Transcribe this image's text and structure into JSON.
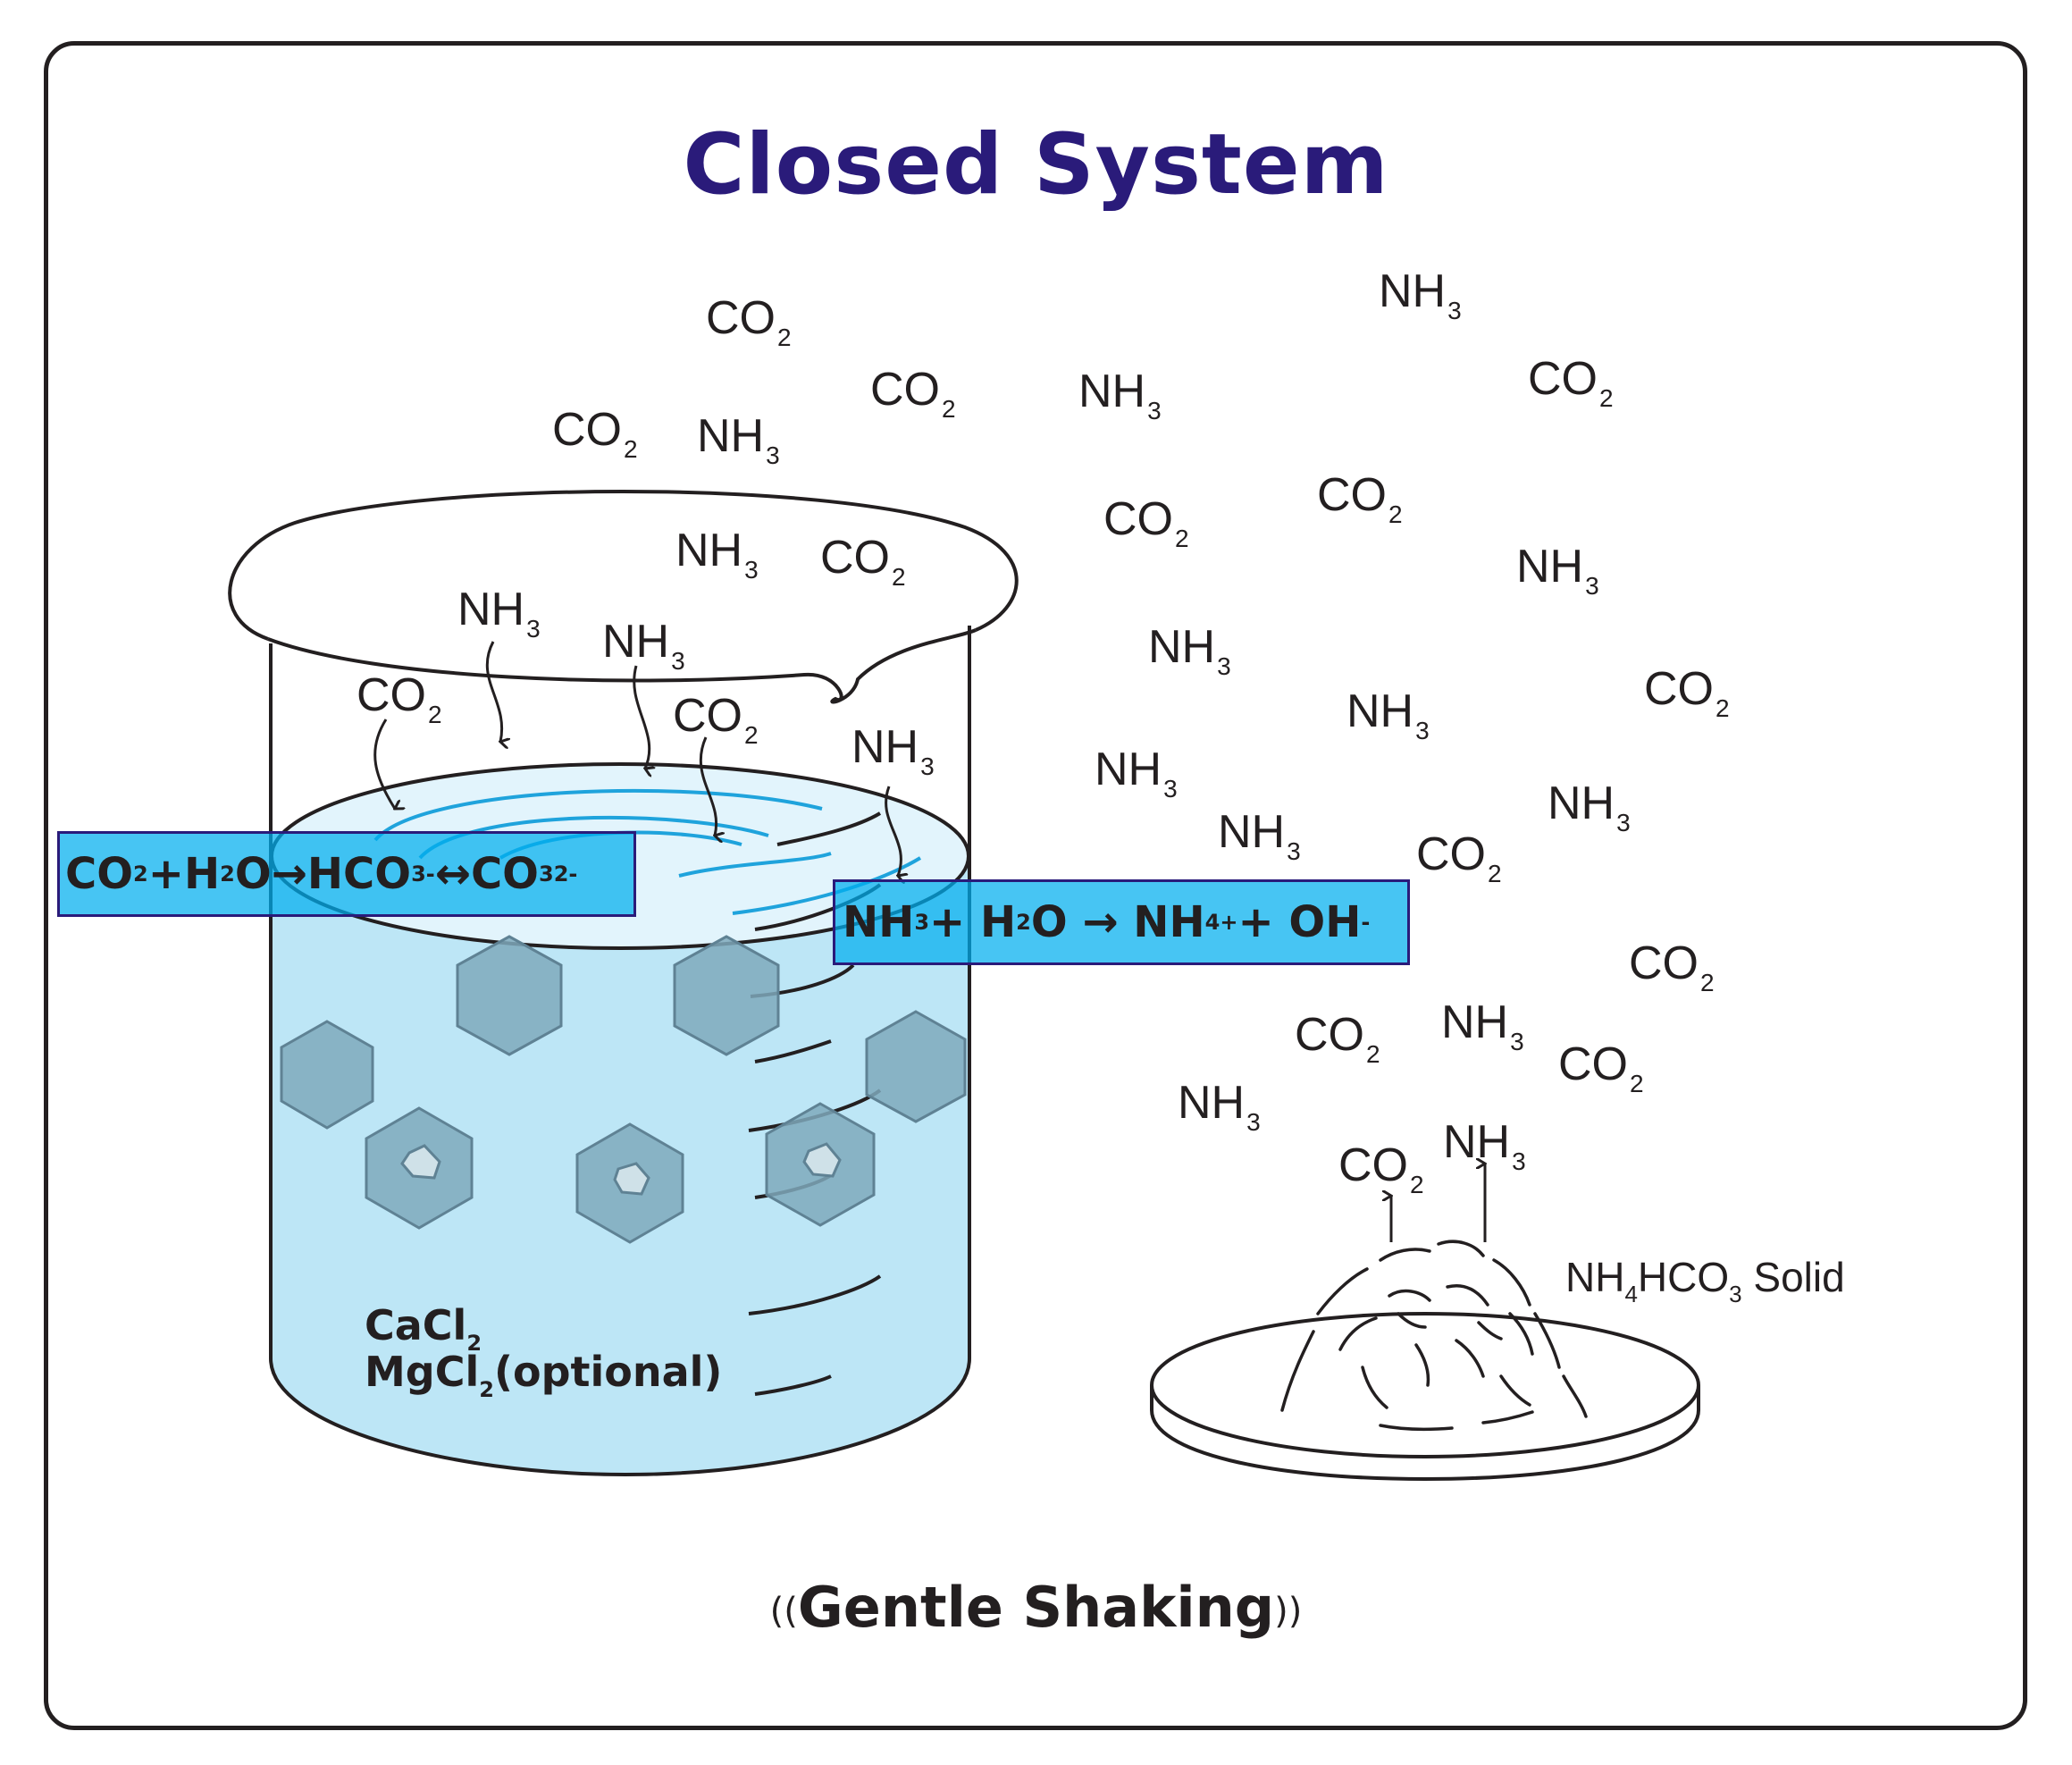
{
  "title": "Closed System",
  "caption": {
    "deco_left": "((",
    "text": "Gentle Shaking",
    "deco_right": "))"
  },
  "gas": {
    "co2_base": "CO",
    "co2_sub": "2",
    "nh3_base": "NH",
    "nh3_sub": "3"
  },
  "equation_left": {
    "p1": "CO",
    "s1": "2",
    "p2": "+H",
    "s2": "2",
    "p3": "O→HCO",
    "s3": "3",
    "sup3": "-",
    "p4": " ↔CO",
    "s4": "3",
    "sup4": "2-"
  },
  "equation_right": {
    "p1": "NH",
    "s1": "3",
    "p2": " + H",
    "s2": "2",
    "p3": "O → NH",
    "s3": "4",
    "sup3": "+",
    "p4": " + OH",
    "sup4": "-"
  },
  "solution": {
    "line1_base": "CaCl",
    "line1_sub": "2",
    "line2_base": "MgCl",
    "line2_sub": "2",
    "line2_rest": "(optional)"
  },
  "solid_label": {
    "p1": "NH",
    "s1": "4",
    "p2": "HCO",
    "s2": "3",
    "p3": " Solid"
  },
  "colors": {
    "title": "#2a1b7a",
    "water": "#bde6f6",
    "water_surface": "#e2f4fc",
    "equation_box": "#00aeef",
    "crystal": "#7fa9bc",
    "swirl": "#1fa3dc",
    "ink": "#231f20"
  },
  "icons": [
    "beaker-icon",
    "crystal-icon",
    "petri-dish-icon",
    "solid-pile-icon",
    "arrow-icon"
  ]
}
